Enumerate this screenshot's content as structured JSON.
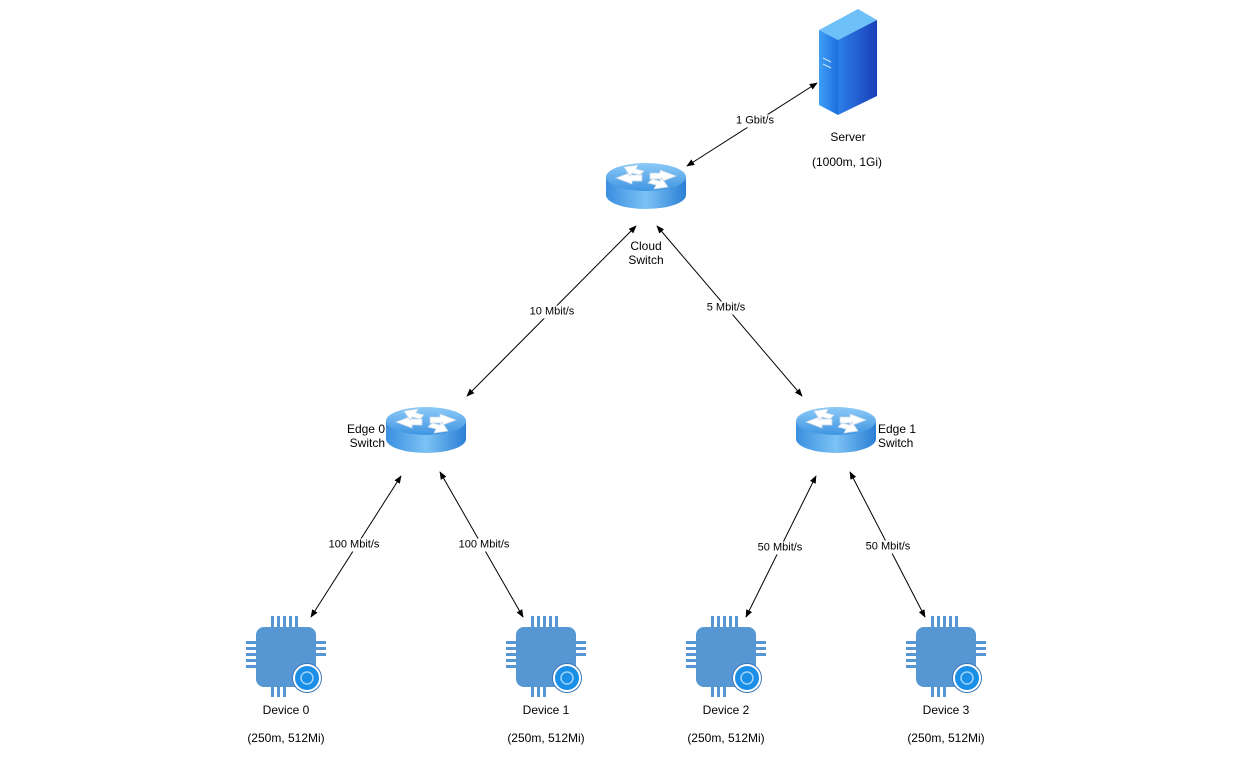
{
  "nodes": {
    "server": {
      "name": "Server",
      "spec": "(1000m, 1Gi)"
    },
    "cloud_switch": {
      "name": "Cloud\nSwitch"
    },
    "edge0_switch": {
      "name": "Edge 0\nSwitch"
    },
    "edge1_switch": {
      "name": "Edge 1\nSwitch"
    },
    "device0": {
      "name": "Device 0",
      "spec": "(250m, 512Mi)"
    },
    "device1": {
      "name": "Device 1",
      "spec": "(250m, 512Mi)"
    },
    "device2": {
      "name": "Device 2",
      "spec": "(250m, 512Mi)"
    },
    "device3": {
      "name": "Device 3",
      "spec": "(250m, 512Mi)"
    }
  },
  "links": {
    "server_cloud": "1 Gbit/s",
    "cloud_edge0": "10 Mbit/s",
    "cloud_edge1": "5 Mbit/s",
    "edge0_device0": "100 Mbit/s",
    "edge0_device1": "100 Mbit/s",
    "edge1_device2": "50 Mbit/s",
    "edge1_device3": "50 Mbit/s"
  },
  "colors": {
    "switch_top": "#66b4f0",
    "switch_side": "#2f86d9",
    "device_body": "#5596d3",
    "device_badge": "#1a8fe8",
    "server_front": "#1b5fd6",
    "server_side": "#4a8fe6"
  }
}
